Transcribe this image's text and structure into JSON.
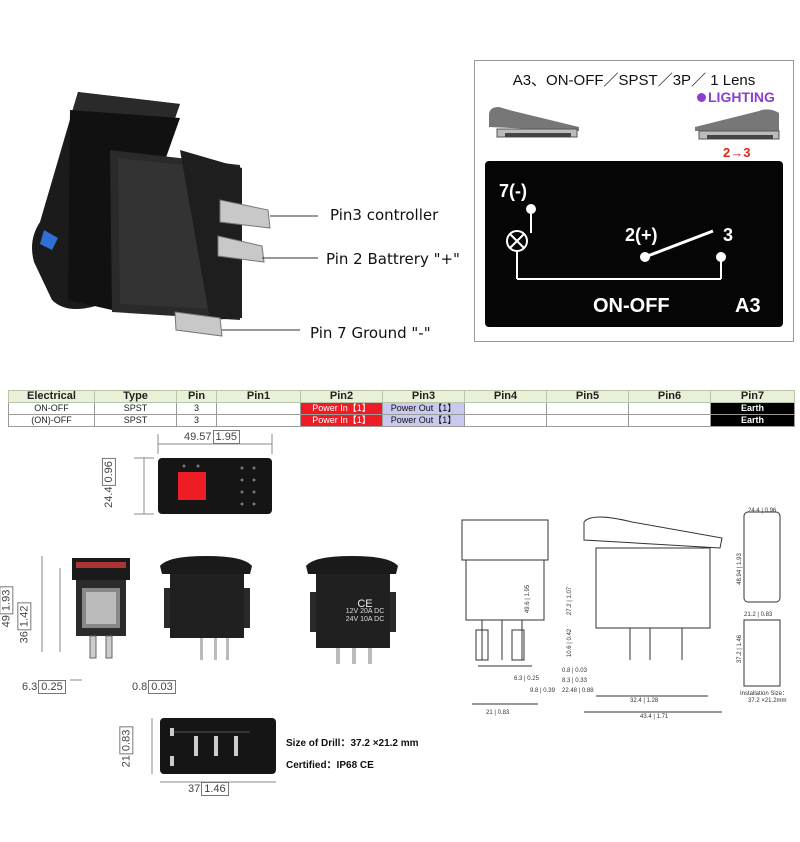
{
  "callouts": {
    "pin3": "Pin3 controller",
    "pin2": "Pin 2 Battrery \"+\"",
    "pin7": "Pin 7 Ground \"-\""
  },
  "panel": {
    "title": "A3、ON-OFF／SPST／3P／ 1 Lens",
    "lighting": "LIGHTING",
    "direction": "2→3",
    "label_pin7": "7(-)",
    "label_pin2": "2(+)",
    "label_pin3": "3",
    "mode": "ON-OFF",
    "code": "A3"
  },
  "table": {
    "headers": [
      "Electrical",
      "Type",
      "Pin",
      "Pin1",
      "Pin2",
      "Pin3",
      "Pin4",
      "Pin5",
      "Pin6",
      "Pin7"
    ],
    "rows": [
      [
        "ON-OFF",
        "SPST",
        "3",
        "",
        "Power In【1】",
        "Power Out【1】",
        "",
        "",
        "",
        "Earth"
      ],
      [
        "(ON)-OFF",
        "SPST",
        "3",
        "",
        "Power In【1】",
        "Power Out【1】",
        "",
        "",
        "",
        "Earth"
      ]
    ]
  },
  "dims": {
    "top_width": "49.57",
    "top_width_in": "1.95",
    "top_height": "24.4",
    "top_height_in": "0.96",
    "side_h1": "49",
    "side_h1_in": "1.93",
    "side_h2": "36",
    "side_h2_in": "1.42",
    "side_w": "6.3",
    "side_w_in": "0.25",
    "pin_w": "0.8",
    "pin_w_in": "0.03",
    "bot_h": "21",
    "bot_h_in": "0.83",
    "bot_w": "37",
    "bot_w_in": "1.46"
  },
  "back_label": {
    "line1": "12V  20A  DC",
    "line2": "24V  10A  DC",
    "ce": "CE"
  },
  "specs": {
    "drill": "Size of Drill：37.2 ×21.2 mm",
    "cert": "Certified：IP68   CE"
  },
  "tech": {
    "d1": "49.6",
    "d1_in": "1.95",
    "d2": "27.2",
    "d2_in": "1.07",
    "d3": "10.6",
    "d3_in": "0.42",
    "r1": "0.8 | 0.03",
    "r2": "6.3 | 0.25",
    "r3": "8.3 | 0.33",
    "r4": "9.8 | 0.39",
    "r5": "22.48 | 0.88",
    "r6": "32.4 | 1.28",
    "r7": "21 | 0.83",
    "r8": "43.4 | 1.71",
    "s1": "24.4 | 0.96",
    "s2": "48.94 | 1.93",
    "s3": "21.2 | 0.83",
    "s4": "37.2 | 1.46",
    "install_title": "Installation Size：",
    "install_value": "37.2 ×21.2mm"
  },
  "colors": {
    "red": "#ee1c25",
    "purple": "#8b3fd0",
    "lavender": "#c9c8ee"
  }
}
